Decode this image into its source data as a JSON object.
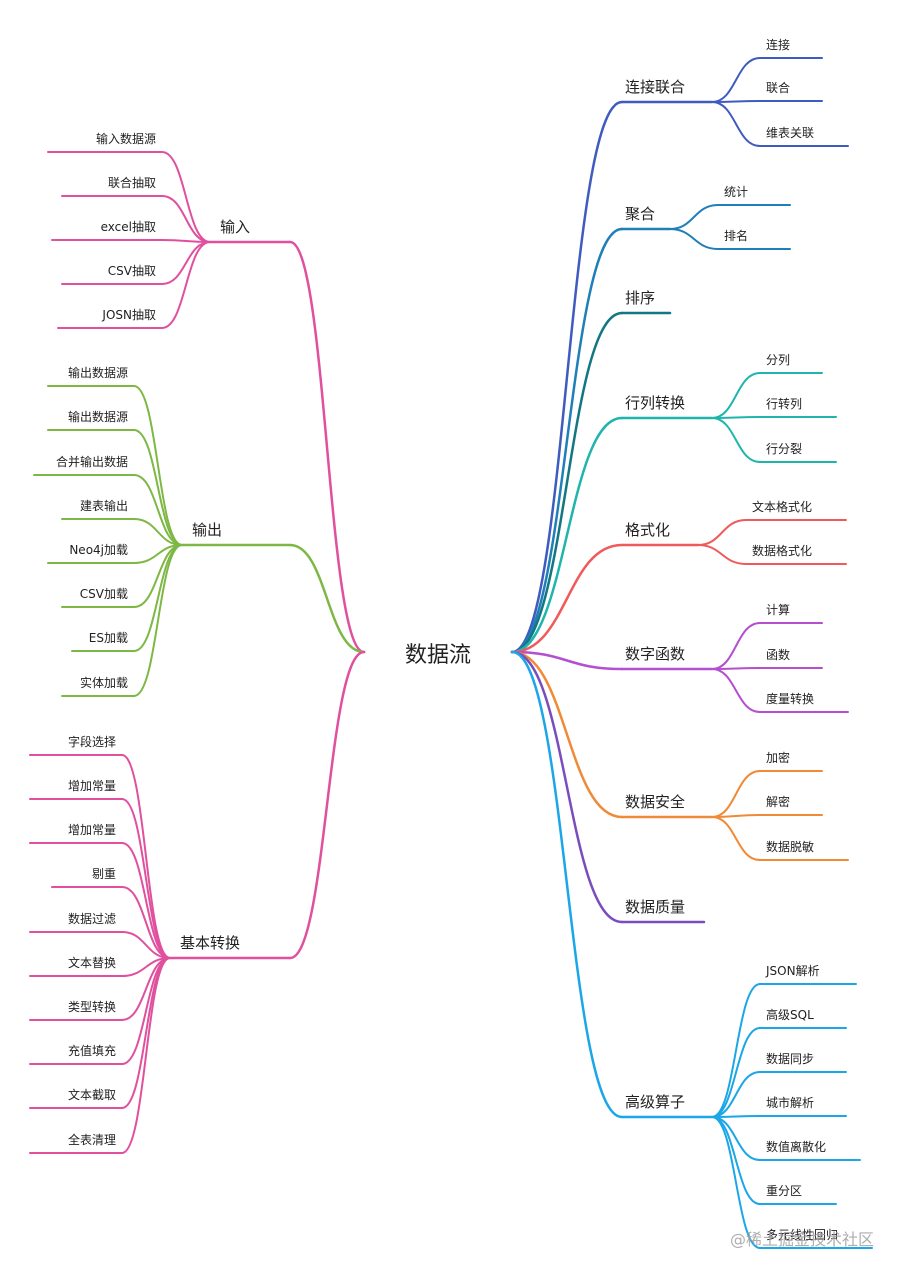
{
  "root": "数据流",
  "watermark": "@稀土掘金技术社区",
  "right_branches": [
    {
      "label": "连接联合",
      "color": "#3f5bbf",
      "children": [
        "连接",
        "联合",
        "维表关联"
      ]
    },
    {
      "label": "聚合",
      "color": "#1f7fb8",
      "children": [
        "统计",
        "排名"
      ]
    },
    {
      "label": "排序",
      "color": "#127782",
      "children": []
    },
    {
      "label": "行列转换",
      "color": "#1fb5ad",
      "children": [
        "分列",
        "行转列",
        "行分裂"
      ]
    },
    {
      "label": "格式化",
      "color": "#f05a5a",
      "children": [
        "文本格式化",
        "数据格式化"
      ]
    },
    {
      "label": "数字函数",
      "color": "#b44fd0",
      "children": [
        "计算",
        "函数",
        "度量转换"
      ]
    },
    {
      "label": "数据安全",
      "color": "#f08a36",
      "children": [
        "加密",
        "解密",
        "数据脱敏"
      ]
    },
    {
      "label": "数据质量",
      "color": "#7a4dbf",
      "children": []
    },
    {
      "label": "高级算子",
      "color": "#1ba6e8",
      "children": [
        "JSON解析",
        "高级SQL",
        "数据同步",
        "城市解析",
        "数值离散化",
        "重分区",
        "多元线性回归"
      ]
    }
  ],
  "left_branches": [
    {
      "label": "输入",
      "color": "#e0509e",
      "children": [
        "输入数据源",
        "联合抽取",
        "excel抽取",
        "CSV抽取",
        "JOSN抽取"
      ]
    },
    {
      "label": "输出",
      "color": "#7db845",
      "children": [
        "输出数据源",
        "输出数据源",
        "合并输出数据",
        "建表输出",
        "Neo4j加载",
        "CSV加载",
        "ES加载",
        "实体加载"
      ]
    },
    {
      "label": "基本转换",
      "color": "#e0509e",
      "children": [
        "字段选择",
        "增加常量",
        "增加常量",
        "剔重",
        "数据过滤",
        "文本替换",
        "类型转换",
        "充值填充",
        "文本截取",
        "全表清理"
      ]
    }
  ]
}
